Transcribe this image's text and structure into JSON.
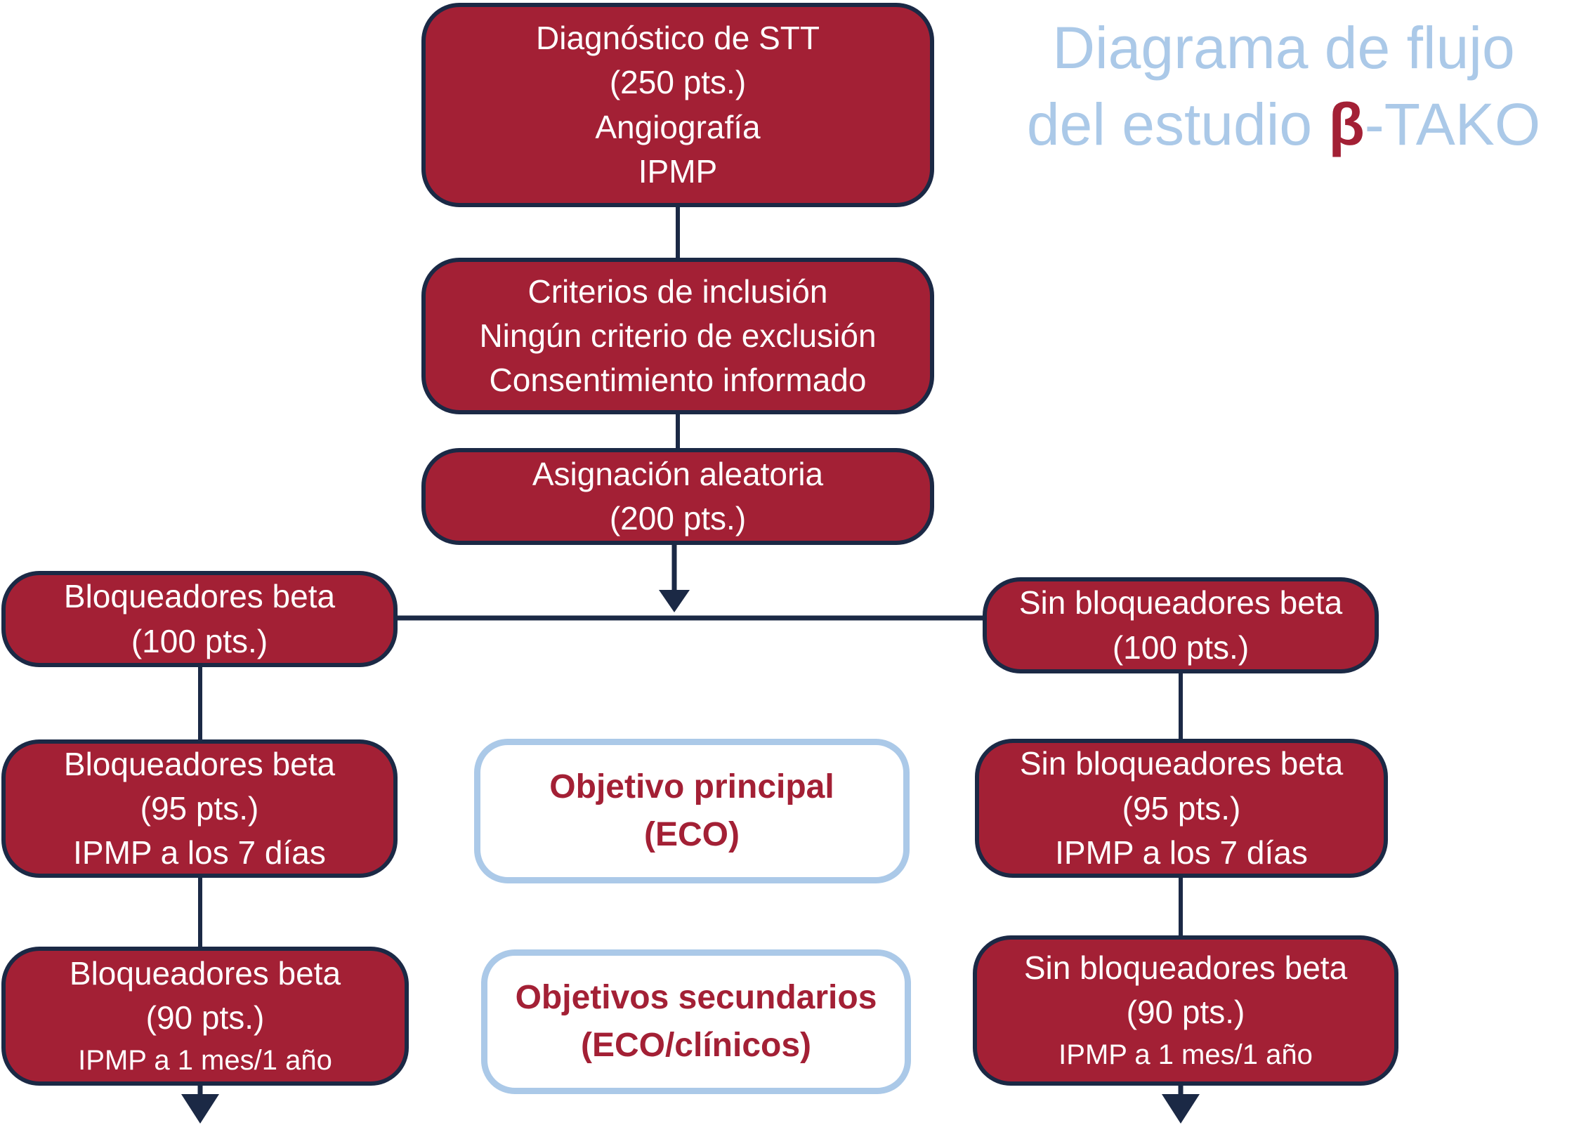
{
  "title": {
    "line1": "Diagrama de flujo",
    "line2_before": "del estudio ",
    "line2_beta": "β",
    "line2_after": "-TAKO"
  },
  "colors": {
    "box_fill": "#A32035",
    "box_border": "#1B2945",
    "connector": "#1B2945",
    "accent_blue": "#ABC9E8",
    "objective_text": "#A32035",
    "background": "#FFFFFF"
  },
  "boxes": {
    "diagnostico": {
      "lines": [
        "Diagnóstico de STT",
        "(250 pts.)",
        "Angiografía",
        "IPMP"
      ]
    },
    "criterios": {
      "lines": [
        "Criterios de inclusión",
        "Ningún criterio de exclusión",
        "Consentimiento informado"
      ]
    },
    "asignacion": {
      "lines": [
        "Asignación aleatoria",
        "(200 pts.)"
      ]
    },
    "beta_100": {
      "lines": [
        "Bloqueadores beta",
        "(100 pts.)"
      ]
    },
    "beta_95": {
      "lines": [
        "Bloqueadores beta",
        "(95 pts.)",
        "IPMP a los 7 días"
      ]
    },
    "beta_90": {
      "lines": [
        "Bloqueadores beta",
        "(90 pts.)",
        "IPMP a 1 mes/1 año"
      ]
    },
    "sin_beta_100": {
      "lines": [
        "Sin bloqueadores beta",
        "(100 pts.)"
      ]
    },
    "sin_beta_95": {
      "lines": [
        "Sin bloqueadores beta",
        "(95 pts.)",
        "IPMP a los 7 días"
      ]
    },
    "sin_beta_90": {
      "lines": [
        "Sin bloqueadores beta",
        "(90 pts.)",
        "IPMP a 1 mes/1 año"
      ]
    },
    "objetivo_principal": {
      "lines": [
        "Objetivo principal",
        "(ECO)"
      ]
    },
    "objetivos_secundarios": {
      "lines": [
        "Objetivos secundarios",
        "(ECO/clínicos)"
      ]
    }
  }
}
